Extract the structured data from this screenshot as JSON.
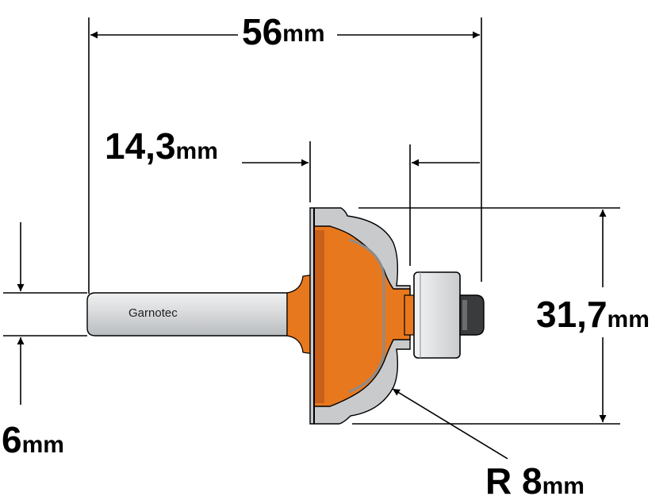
{
  "brand": "Garnotec",
  "colors": {
    "cutter_body": "#E8781E",
    "cutter_body_dark": "#B8551A",
    "shank": "#D9DBDD",
    "carbide": "#C8CACC",
    "bearing": "#E6E7E8",
    "nut": "#3A3B3D",
    "lines": "#000000"
  },
  "dimensions": {
    "overall_length": {
      "value": "56",
      "unit": "mm"
    },
    "cutting_length": {
      "value": "14,3",
      "unit": "mm"
    },
    "cutting_diameter": {
      "value": "31,7",
      "unit": "mm"
    },
    "shank_diameter": {
      "value": "6",
      "unit": "mm"
    },
    "radius": {
      "value": "R 8",
      "unit": "mm"
    }
  }
}
